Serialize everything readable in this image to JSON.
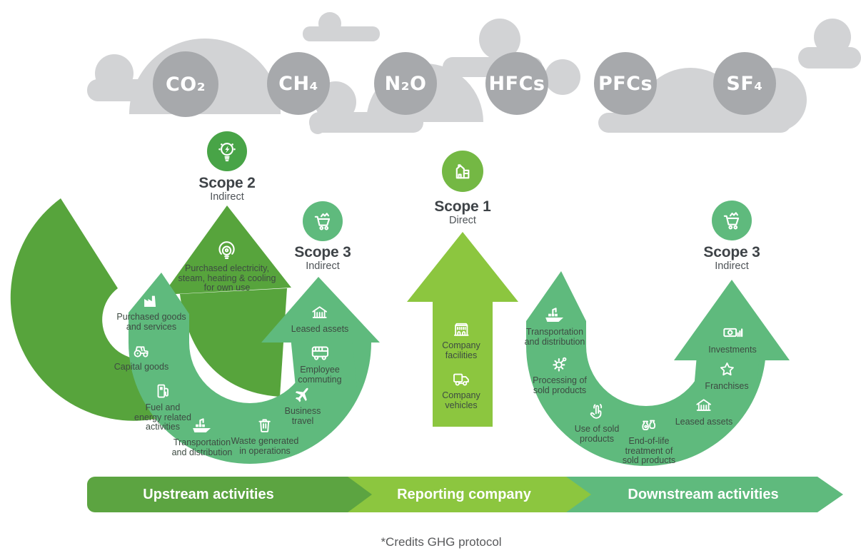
{
  "colors": {
    "cloud": "#d2d3d5",
    "gas": "#a7a9ac",
    "dark": "#57a43c",
    "sea": "#5fba7d",
    "light": "#8cc63f",
    "bannerUp": "#5ca441",
    "s1badge": "#74b844",
    "s2badge": "#48a447",
    "ink": "#3e4347",
    "sub": "#4e5357",
    "item": "#3d4b42",
    "cap": "#58595b"
  },
  "gases": {
    "items": [
      "CO₂",
      "CH₄",
      "N₂O",
      "HFCs",
      "PFCs",
      "SF₄"
    ]
  },
  "scope2": {
    "title": "Scope 2",
    "subtitle": "Indirect",
    "badge_icon": "lightbulb-bolt-icon",
    "arrow_icon": "lightbulb-rays-icon",
    "arrow_label": "Purchased electricity,\nsteam, heating & cooling\nfor own use"
  },
  "scope1": {
    "title": "Scope 1",
    "subtitle": "Direct",
    "badge_icon": "house-factory-icon",
    "items": [
      {
        "label": "Company\nfacilities",
        "icon": "company-building-icon"
      },
      {
        "label": "Company\nvehicles",
        "icon": "truck-icon"
      }
    ]
  },
  "scope3_upstream": {
    "title": "Scope 3",
    "subtitle": "Indirect",
    "badge_icon": "shopping-cart-icon",
    "items": [
      {
        "label": "Purchased goods\nand services",
        "icon": "factory-icon"
      },
      {
        "label": "Capital goods",
        "icon": "tractor-icon"
      },
      {
        "label": "Fuel and\nenergy related\nactivities",
        "icon": "fuel-pump-icon"
      },
      {
        "label": "Transportation\nand distribution",
        "icon": "cargo-ship-icon"
      },
      {
        "label": "Waste generated\nin operations",
        "icon": "trash-icon"
      },
      {
        "label": "Business\ntravel",
        "icon": "airplane-icon"
      },
      {
        "label": "Employee\ncommuting",
        "icon": "bus-icon"
      },
      {
        "label": "Leased assets",
        "icon": "house-icon"
      }
    ]
  },
  "scope3_downstream": {
    "title": "Scope 3",
    "subtitle": "Indirect",
    "badge_icon": "shopping-cart-icon",
    "items": [
      {
        "label": "Transportation\nand distribution",
        "icon": "cargo-ship-icon"
      },
      {
        "label": "Processing of\nsold products",
        "icon": "gear-icon"
      },
      {
        "label": "Use of sold\nproducts",
        "icon": "touch-hand-icon"
      },
      {
        "label": "End-of-life\ntreatment of\nsold products",
        "icon": "waste-bags-icon"
      },
      {
        "label": "Leased assets",
        "icon": "house-icon"
      },
      {
        "label": "Franchises",
        "icon": "star-icon"
      },
      {
        "label": "Investments",
        "icon": "investment-icon"
      }
    ]
  },
  "banner": {
    "upstream": "Upstream activities",
    "reporting": "Reporting company",
    "downstream": "Downstream activities"
  },
  "caption": "*Credits GHG protocol"
}
